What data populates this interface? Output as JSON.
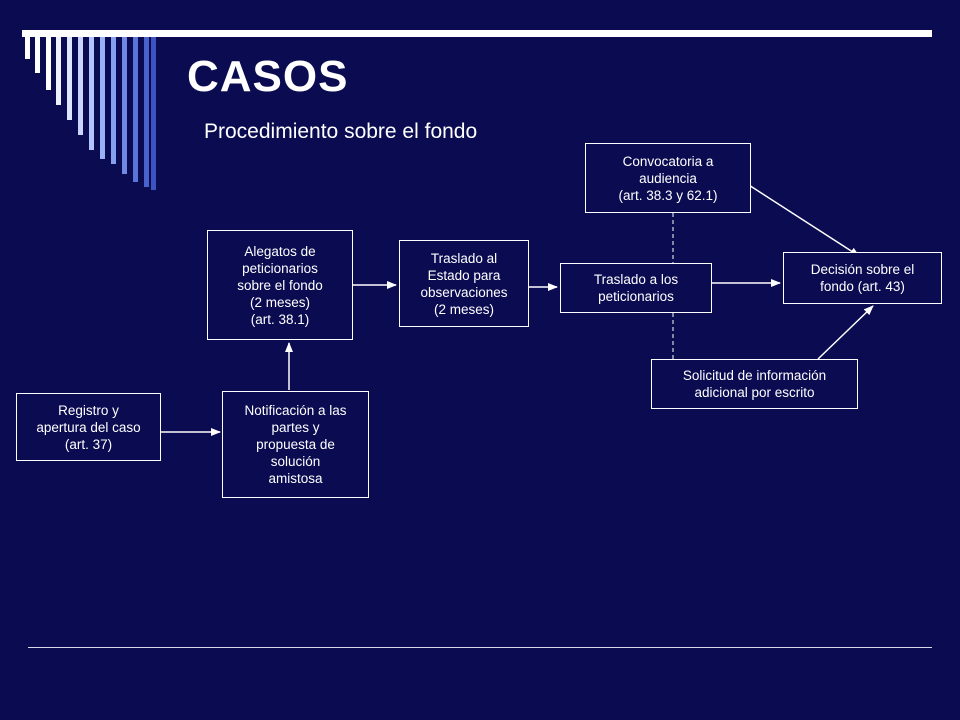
{
  "slide": {
    "title": "CASOS",
    "subtitle": "Procedimiento sobre el fondo",
    "colors": {
      "background": "#0b0b52",
      "foreground": "#ffffff"
    }
  },
  "diagram": {
    "nodes": [
      {
        "id": "registro",
        "label": "Registro y\napertura del caso\n(art. 37)"
      },
      {
        "id": "notificacion",
        "label": "Notificación a las\npartes y\npropuesta de\nsolución\namistosa"
      },
      {
        "id": "alegatos",
        "label": "Alegatos de\npeticionarios\nsobre el fondo\n(2 meses)\n(art. 38.1)"
      },
      {
        "id": "traslado_estado",
        "label": "Traslado al\nEstado para\nobservaciones\n(2 meses)"
      },
      {
        "id": "traslado_peticionarios",
        "label": "Traslado a los\npeticionarios"
      },
      {
        "id": "convocatoria",
        "label": "Convocatoria a\naudiencia\n(art. 38.3 y 62.1)"
      },
      {
        "id": "solicitud",
        "label": "Solicitud de información\nadicional por escrito"
      },
      {
        "id": "decision",
        "label": "Decisión sobre el\nfondo (art. 43)"
      }
    ],
    "edges": [
      {
        "from": "registro",
        "to": "notificacion",
        "style": "arrow"
      },
      {
        "from": "notificacion",
        "to": "alegatos",
        "style": "arrow"
      },
      {
        "from": "alegatos",
        "to": "traslado_estado",
        "style": "arrow"
      },
      {
        "from": "traslado_estado",
        "to": "traslado_peticionarios",
        "style": "arrow"
      },
      {
        "from": "traslado_peticionarios",
        "to": "decision",
        "style": "arrow"
      },
      {
        "from": "convocatoria",
        "to": "decision",
        "style": "arrow"
      },
      {
        "from": "solicitud",
        "to": "decision",
        "style": "arrow"
      },
      {
        "from": "convocatoria",
        "to": "traslado_peticionarios",
        "style": "dashed"
      },
      {
        "from": "traslado_peticionarios",
        "to": "solicitud",
        "style": "dashed"
      }
    ]
  }
}
